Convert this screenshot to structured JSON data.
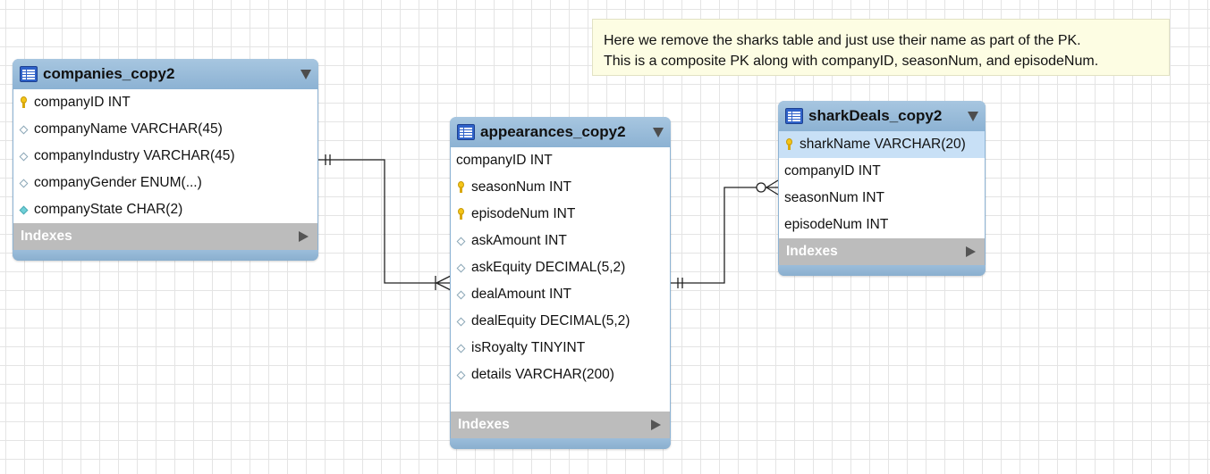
{
  "note": {
    "line1": "Here we remove the sharks table and just use their name as part of the PK.",
    "line2": "This is a composite PK along with companyID, seasonNum, and episodeNum."
  },
  "tables": {
    "companies": {
      "title": "companies_copy2",
      "columns": [
        {
          "text": "companyID INT",
          "icon": "primary-key-icon"
        },
        {
          "text": "companyName VARCHAR(45)",
          "icon": "nullable-column-diamond-icon"
        },
        {
          "text": "companyIndustry VARCHAR(45)",
          "icon": "nullable-column-diamond-icon"
        },
        {
          "text": "companyGender ENUM(...)",
          "icon": "nullable-column-diamond-icon"
        },
        {
          "text": "companyState CHAR(2)",
          "icon": "not-null-column-diamond-icon"
        }
      ],
      "indexes_label": "Indexes"
    },
    "appearances": {
      "title": "appearances_copy2",
      "columns": [
        {
          "text": "companyID INT",
          "icon": "none"
        },
        {
          "text": "seasonNum INT",
          "icon": "primary-key-icon"
        },
        {
          "text": "episodeNum INT",
          "icon": "primary-key-icon"
        },
        {
          "text": "askAmount INT",
          "icon": "nullable-column-diamond-icon"
        },
        {
          "text": "askEquity DECIMAL(5,2)",
          "icon": "nullable-column-diamond-icon"
        },
        {
          "text": "dealAmount INT",
          "icon": "nullable-column-diamond-icon"
        },
        {
          "text": "dealEquity DECIMAL(5,2)",
          "icon": "nullable-column-diamond-icon"
        },
        {
          "text": "isRoyalty TINYINT",
          "icon": "nullable-column-diamond-icon"
        },
        {
          "text": "details VARCHAR(200)",
          "icon": "nullable-column-diamond-icon"
        }
      ],
      "indexes_label": "Indexes"
    },
    "sharkDeals": {
      "title": "sharkDeals_copy2",
      "columns": [
        {
          "text": "sharkName VARCHAR(20)",
          "icon": "primary-key-icon",
          "selected": true
        },
        {
          "text": "companyID INT",
          "icon": "none"
        },
        {
          "text": "seasonNum INT",
          "icon": "none"
        },
        {
          "text": "episodeNum INT",
          "icon": "none"
        }
      ],
      "indexes_label": "Indexes"
    }
  },
  "relationships": [
    {
      "from": "companies_copy2",
      "to": "appearances_copy2",
      "cardinality": "one-to-many"
    },
    {
      "from": "appearances_copy2",
      "to": "sharkDeals_copy2",
      "cardinality": "one-to-zero-or-many"
    }
  ],
  "colors": {
    "table_header": "#8db3d4",
    "indexes_bar": "#bcbcbc",
    "note_background": "#fdfde3",
    "selected_row": "#c8e0f6",
    "key_icon": "#f5c518"
  }
}
